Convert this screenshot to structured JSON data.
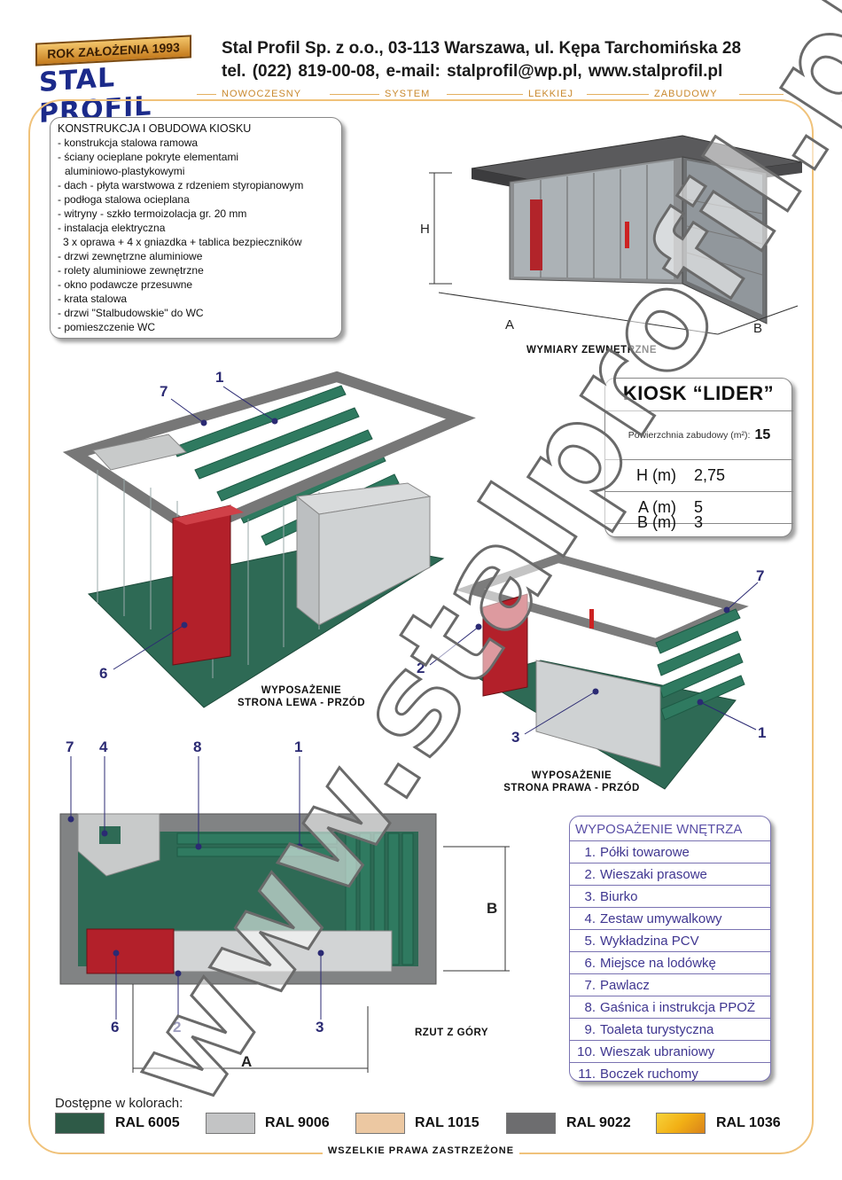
{
  "header": {
    "logo_year": "ROK ZAŁOŻENIA 1993",
    "logo_name": "STAL PROFIL",
    "company": "Stal Profil Sp. z o.o., 03-113 Warszawa, ul. Kępa Tarchomińska 28",
    "contact": "tel. (022) 819-00-08,   e-mail: stalprofil@wp.pl,   www.stalprofil.pl",
    "slogan": [
      "NOWOCZESNY",
      "SYSTEM",
      "LEKKIEJ",
      "ZABUDOWY"
    ]
  },
  "construction": {
    "title": "KONSTRUKCJA I OBUDOWA KIOSKU",
    "items": [
      "- konstrukcja stalowa ramowa",
      "- ściany ocieplane pokryte elementami",
      "   aluminiowo-plastykowymi",
      "- dach - płyta warstwowa z rdzeniem styropianowym",
      "- podłoga stalowa ocieplana",
      "- witryny - szkło termoizolacja gr. 20 mm",
      "- instalacja elektryczna",
      "  3 x oprawa + 4 x gniazdka + tablica bezpieczników",
      "- drzwi zewnętrzne aluminiowe",
      "- rolety aluminiowe zewnętrzne",
      "- okno podawcze przesuwne",
      "- krata stalowa",
      "- drzwi \"Stalbudowskie\" do WC",
      "- pomieszczenie WC"
    ]
  },
  "exterior": {
    "caption": "WYMIARY ZEWNĘTRZNE",
    "dim_h": "H",
    "dim_a": "A",
    "dim_b": "B"
  },
  "spec": {
    "title": "KIOSK “LIDER”",
    "area_label": "Powierzchnia zabudowy (m²):",
    "area_value": "15",
    "rows": [
      {
        "key": "H (m)",
        "value": "2,75"
      },
      {
        "key": "A (m)",
        "value": "5"
      },
      {
        "key": "B (m)",
        "value": "3"
      }
    ]
  },
  "views": {
    "left_caption_1": "WYPOSAŻENIE",
    "left_caption_2": "STRONA LEWA - PRZÓD",
    "right_caption_1": "WYPOSAŻENIE",
    "right_caption_2": "STRONA PRAWA - PRZÓD",
    "top_caption": "RZUT Z GÓRY",
    "top_dim_a": "A",
    "top_dim_b": "B",
    "callouts_left": [
      "7",
      "1",
      "6"
    ],
    "callouts_right": [
      "7",
      "2",
      "1",
      "3"
    ],
    "callouts_top": [
      "7",
      "4",
      "8",
      "1",
      "6",
      "2",
      "3"
    ]
  },
  "equipment": {
    "title": "WYPOSAŻENIE WNĘTRZA",
    "items": [
      {
        "n": "1.",
        "label": "Półki towarowe"
      },
      {
        "n": "2.",
        "label": "Wieszaki prasowe"
      },
      {
        "n": "3.",
        "label": "Biurko"
      },
      {
        "n": "4.",
        "label": "Zestaw umywalkowy"
      },
      {
        "n": "5.",
        "label": "Wykładzina PCV"
      },
      {
        "n": "6.",
        "label": "Miejsce na lodówkę"
      },
      {
        "n": "7.",
        "label": "Pawlacz"
      },
      {
        "n": "8.",
        "label": "Gaśnica i instrukcja PPOŻ"
      },
      {
        "n": "9.",
        "label": "Toaleta turystyczna"
      },
      {
        "n": "10.",
        "label": "Wieszak ubraniowy"
      },
      {
        "n": "11.",
        "label": "Boczek ruchomy"
      }
    ]
  },
  "colors": {
    "label": "Dostępne w kolorach:",
    "swatches": [
      {
        "name": "RAL 6005",
        "hex": "#2e5a47"
      },
      {
        "name": "RAL 9006",
        "hex": "#c3c4c5"
      },
      {
        "name": "RAL 1015",
        "hex": "#ecc8a2"
      },
      {
        "name": "RAL 9022",
        "hex": "#6d6d6f"
      },
      {
        "name": "RAL 1036",
        "hex": "#f2b015"
      }
    ]
  },
  "footer": {
    "rights": "WSZELKIE PRAWA ZASTRZEŻONE"
  },
  "watermark": "www.stalprofil.pl"
}
